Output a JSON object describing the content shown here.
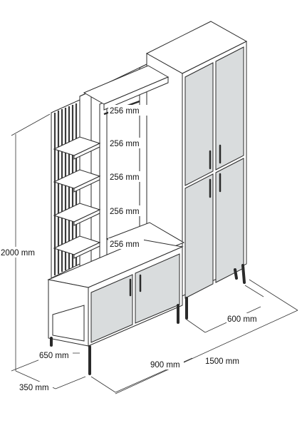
{
  "dimensions": {
    "total_height": "2000 mm",
    "depth": "350 mm",
    "leg_height": "650 mm",
    "base_width": "900 mm",
    "total_width": "1500 mm",
    "wardrobe_width": "600 mm",
    "shelf_gaps": [
      "256 mm",
      "256 mm",
      "256 mm",
      "256 mm",
      "256 mm"
    ]
  },
  "colors": {
    "body": "#ffffff",
    "door_panel": "#d9dcdd",
    "line": "#2a2a2a",
    "slat": "#3a3a3a",
    "dimension_line": "#333333"
  }
}
